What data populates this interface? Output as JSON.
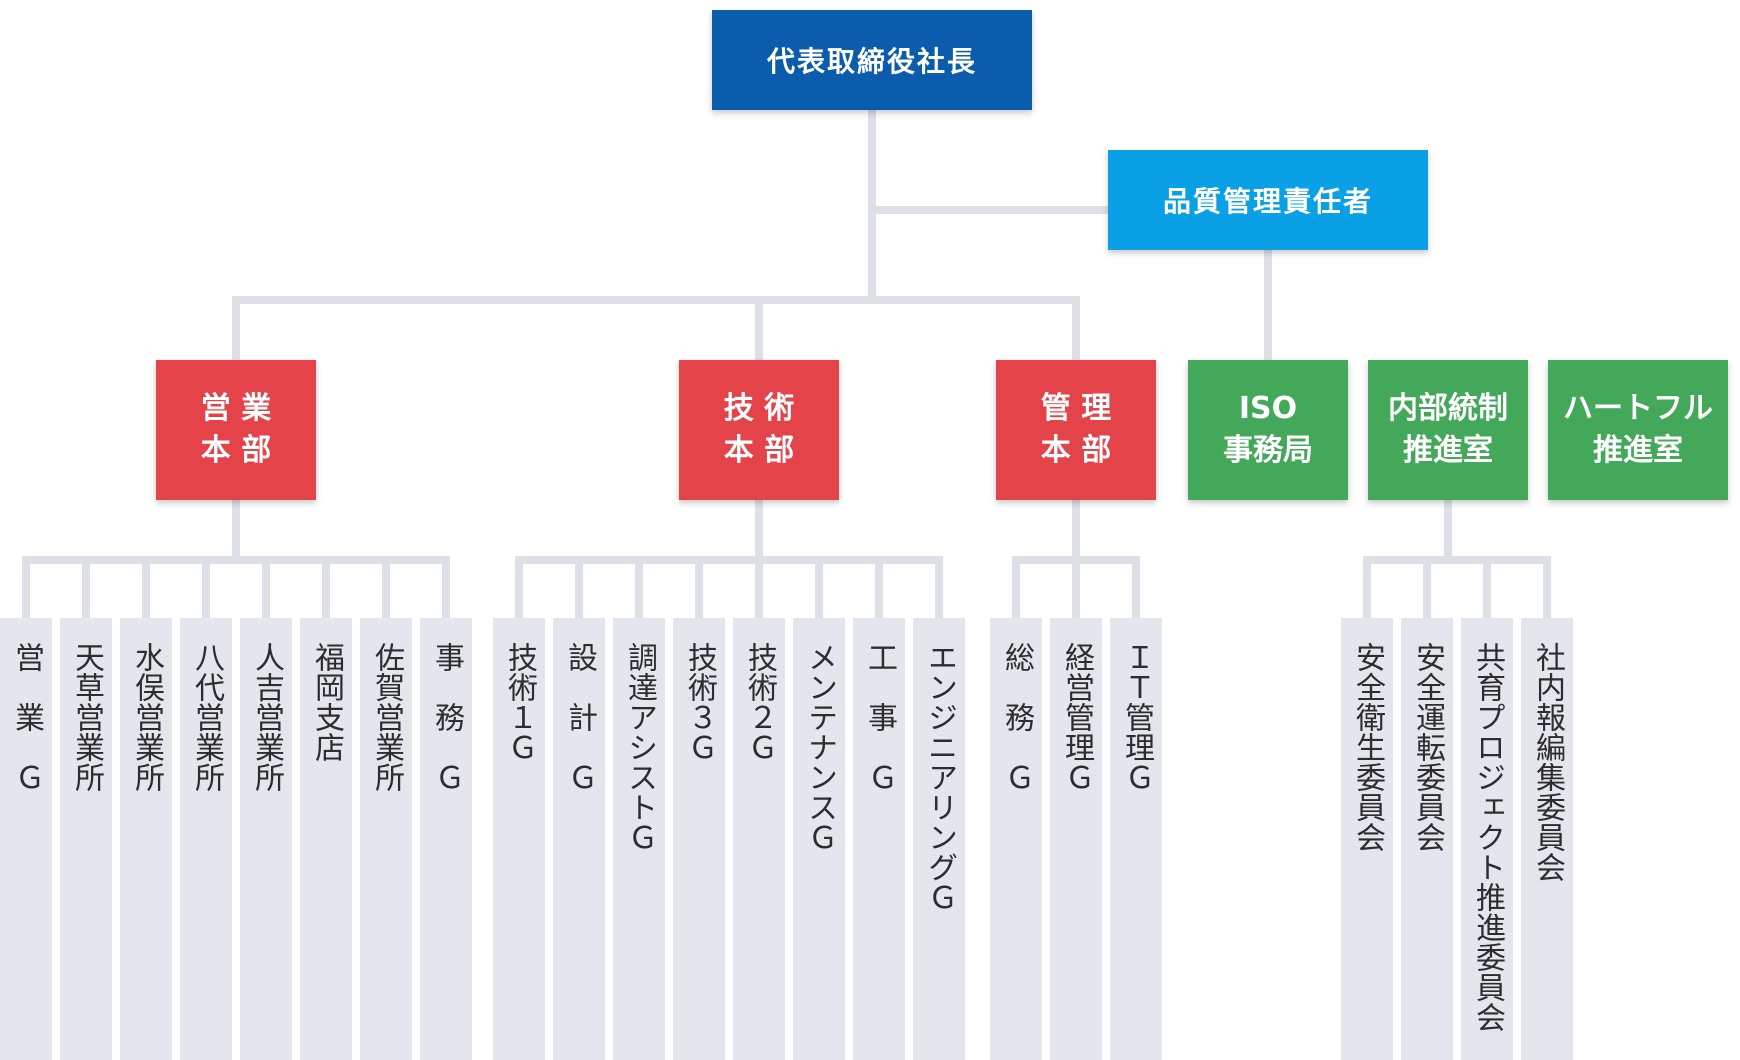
{
  "top": {
    "ceo": "代表取締役社長",
    "quality": "品質管理責任者"
  },
  "divisions": [
    {
      "label": "営 業\n本 部",
      "units": [
        "営　業　Ｇ",
        "天草営業所",
        "水俣営業所",
        "八代営業所",
        "人吉営業所",
        "福岡支店",
        "佐賀営業所",
        "事　務　Ｇ"
      ]
    },
    {
      "label": "技 術\n本 部",
      "units": [
        "技術１Ｇ",
        "設　計　Ｇ",
        "調達アシストＧ",
        "技術３Ｇ",
        "技術２Ｇ",
        "メンテナンスＧ",
        "工　事　Ｇ",
        "エンジニアリングＧ"
      ]
    },
    {
      "label": "管 理\n本 部",
      "units": [
        "総　務　Ｇ",
        "経営管理Ｇ",
        "ＩＴ管理Ｇ"
      ]
    }
  ],
  "staff": [
    {
      "label": "ISO\n事務局"
    },
    {
      "label": "内部統制\n推進室",
      "units": [
        "安全衛生委員会",
        "安全運転委員会",
        "共育プロジェクト推進委員会",
        "社内報編集委員会"
      ]
    },
    {
      "label": "ハートフル\n推進室"
    }
  ],
  "colors": {
    "ceo": "#0b5cad",
    "quality": "#0aa0e6",
    "division": "#e5434a",
    "staff": "#44a85a",
    "connector": "#dde1e7",
    "unit_bg": "#e3e6ec"
  }
}
